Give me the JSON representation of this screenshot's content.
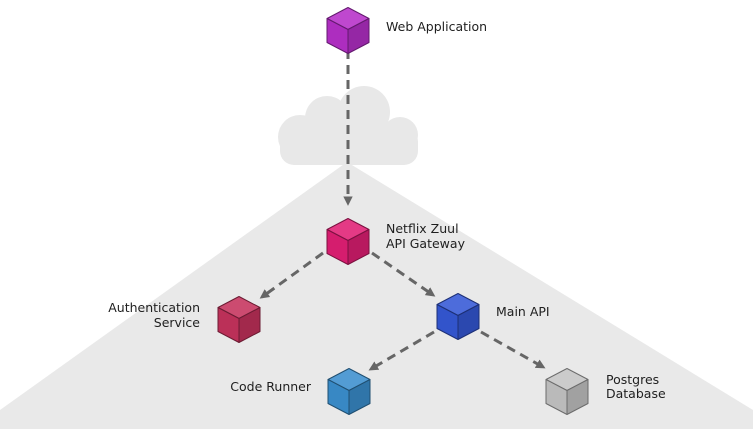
{
  "nodes": {
    "web_app": {
      "label": "Web Application",
      "color": "#b62fc9"
    },
    "gateway": {
      "label_line1": "Netflix Zuul",
      "label_line2": "API Gateway",
      "color": "#e01f74"
    },
    "auth": {
      "label_line1": "Authentication",
      "label_line2": "Service",
      "color": "#c5325d"
    },
    "main_api": {
      "label": "Main API",
      "color": "#3558d6"
    },
    "runner": {
      "label": "Code Runner",
      "color": "#3b8fce"
    },
    "postgres": {
      "label_line1": "Postgres",
      "label_line2": "Database",
      "color": "#c4c4c4"
    }
  },
  "colors": {
    "background_region": "#e9e9e9",
    "cloud": "#e8e8e8",
    "arrow": "#666666"
  }
}
